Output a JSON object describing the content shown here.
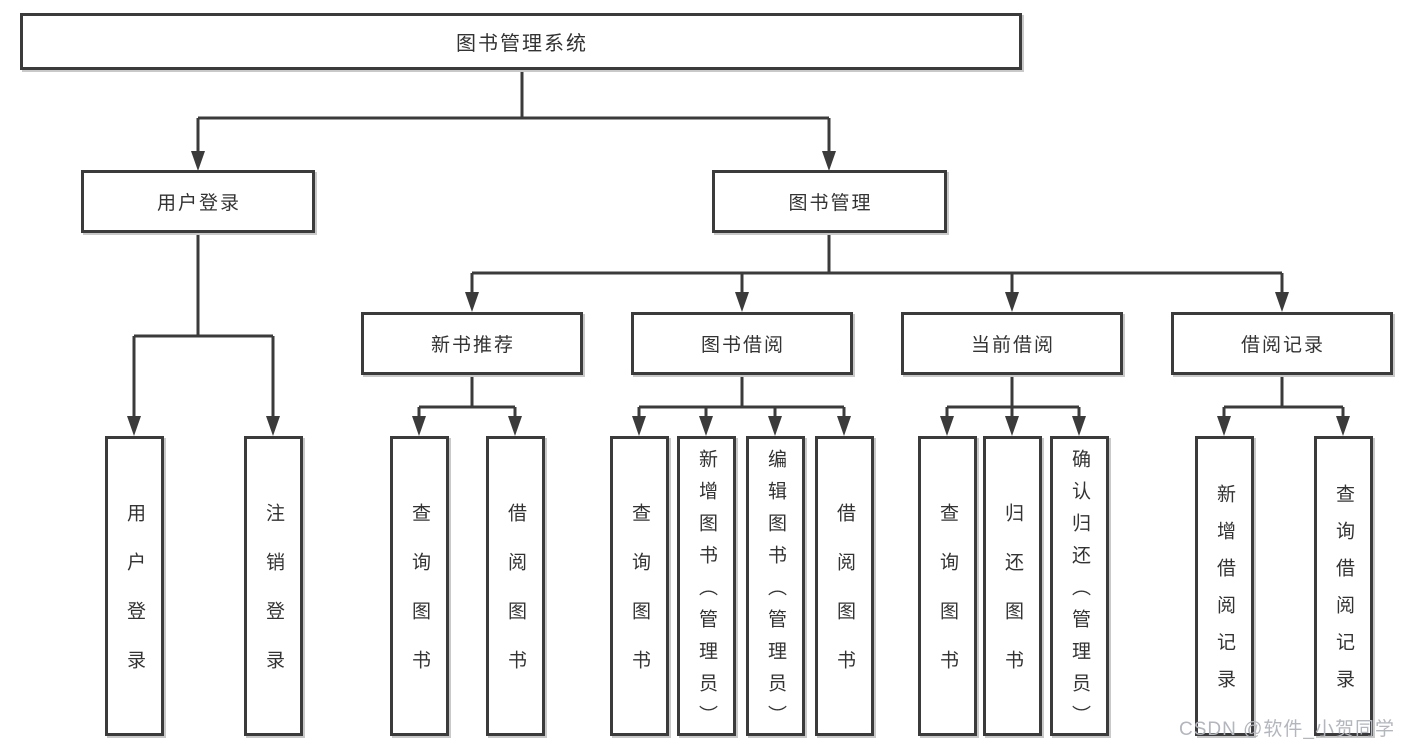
{
  "tree": {
    "label": "图书管理系统",
    "children": [
      {
        "label": "用户登录",
        "children": [
          {
            "label": "用户登录"
          },
          {
            "label": "注销登录"
          }
        ]
      },
      {
        "label": "图书管理",
        "children": [
          {
            "label": "新书推荐",
            "children": [
              {
                "label": "查询图书"
              },
              {
                "label": "借阅图书"
              }
            ]
          },
          {
            "label": "图书借阅",
            "children": [
              {
                "label": "查询图书"
              },
              {
                "label": "新增图书（管理员）"
              },
              {
                "label": "编辑图书（管理员）"
              },
              {
                "label": "借阅图书"
              }
            ]
          },
          {
            "label": "当前借阅",
            "children": [
              {
                "label": "查询图书"
              },
              {
                "label": "归还图书"
              },
              {
                "label": "确认归还（管理员）"
              }
            ]
          },
          {
            "label": "借阅记录",
            "children": [
              {
                "label": "新增借阅记录"
              },
              {
                "label": "查询借阅记录"
              }
            ]
          }
        ]
      }
    ]
  },
  "watermark": {
    "text": "CSDN @软件_小贺同学"
  },
  "colors": {
    "line": "#3b3b3b",
    "box_border": "#3b3b3b",
    "box_background": "#ffffff",
    "box_shadow": "#c9c9c9",
    "text": "#333333",
    "watermark_text": "#b2b6bd",
    "page_background": "#ffffff"
  }
}
